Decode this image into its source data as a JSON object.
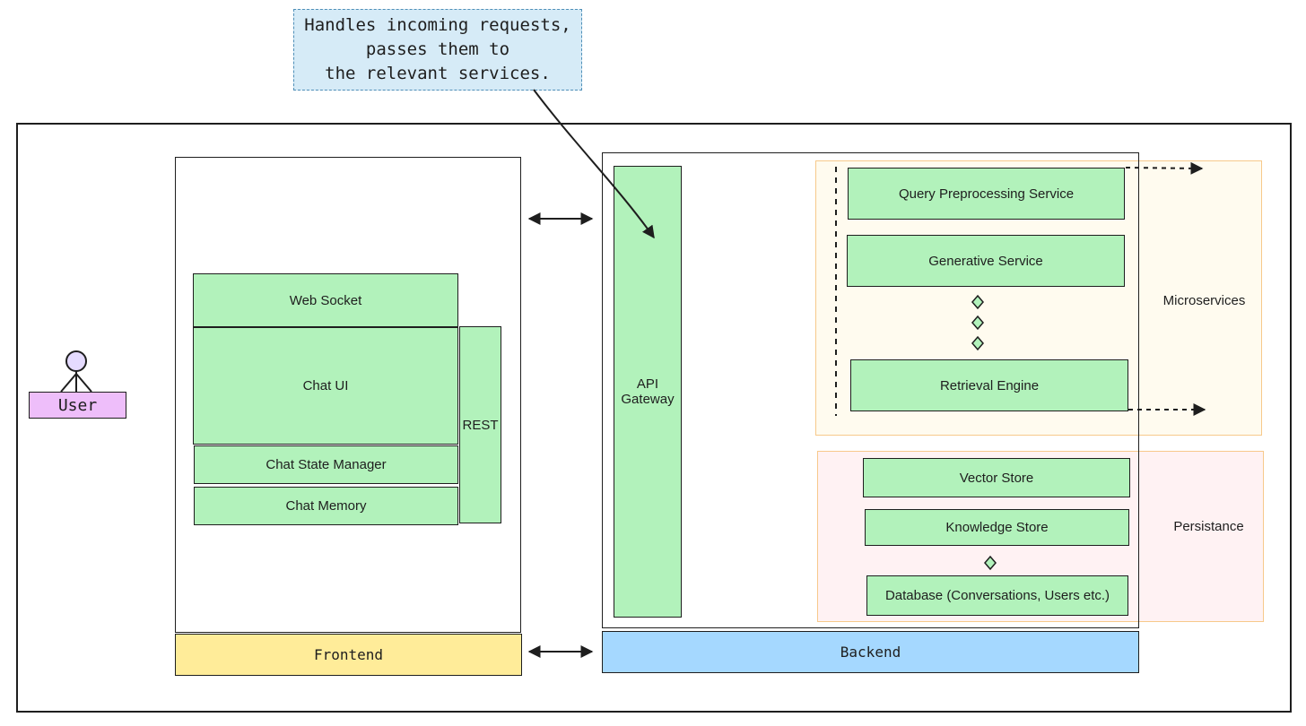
{
  "annotation": {
    "text": "Handles incoming requests,\npasses them to\nthe relevant services."
  },
  "user": {
    "label": "User"
  },
  "frontend": {
    "label": "Frontend",
    "web_socket": "Web Socket",
    "chat_ui": "Chat UI",
    "chat_state_manager": "Chat State Manager",
    "chat_memory": "Chat Memory",
    "rest": "REST"
  },
  "backend": {
    "label": "Backend",
    "api_gateway": "API Gateway",
    "microservices": {
      "label": "Microservices",
      "items": [
        "Query Preprocessing Service",
        "Generative Service",
        "Retrieval Engine"
      ]
    },
    "persistence": {
      "label": "Persistance",
      "items": [
        "Vector Store",
        "Knowledge Store",
        "Database (Conversations, Users etc.)"
      ]
    }
  },
  "colors": {
    "component": "#b2f2bb",
    "frontend_bar": "#ffec99",
    "backend_bar": "#a5d8ff",
    "user_label": "#eebefa",
    "note": "#d6ebf7",
    "microservices_zone": "#fffbef",
    "persistence_zone": "#fff2f3"
  }
}
